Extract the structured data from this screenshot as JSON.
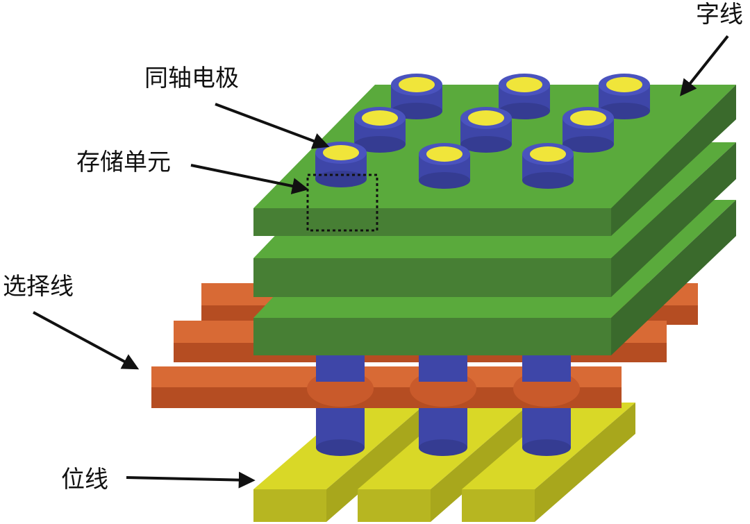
{
  "labels": {
    "coaxial_electrode": "同轴电极",
    "word_line": "字线",
    "memory_cell": "存储单元",
    "select_line": "选择线",
    "bit_line": "位线"
  },
  "colors": {
    "word_line_top": "#5aaa3c",
    "word_line_front": "#477f34",
    "word_line_side": "#3a6a2c",
    "select_line_top": "#d86a35",
    "select_line_front": "#b54d22",
    "bit_line_top": "#d9d827",
    "bit_line_front": "#b7b621",
    "electrode_shell": "#3e46a8",
    "electrode_core": "#f0e53a",
    "cell_outline": "#111111",
    "arrow": "#111111"
  },
  "structure": {
    "word_line_layers": 3,
    "select_lines": 3,
    "bit_lines": 3,
    "electrode_rows": 3,
    "electrode_columns": 3
  }
}
